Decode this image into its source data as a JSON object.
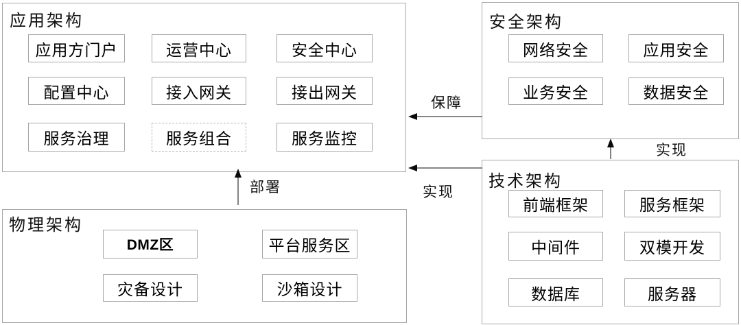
{
  "panels": {
    "app": {
      "title": "应用架构",
      "items": [
        "应用方门户",
        "运营中心",
        "安全中心",
        "配置中心",
        "接入网关",
        "接出网关",
        "服务治理",
        "服务组合",
        "服务监控"
      ]
    },
    "security": {
      "title": "安全架构",
      "items": [
        "网络安全",
        "应用安全",
        "业务安全",
        "数据安全"
      ]
    },
    "tech": {
      "title": "技术架构",
      "items": [
        "前端框架",
        "服务框架",
        "中间件",
        "双模开发",
        "数据库",
        "服务器"
      ]
    },
    "physical": {
      "title": "物理架构",
      "items": [
        "DMZ区",
        "平台服务区",
        "灾备设计",
        "沙箱设计"
      ]
    }
  },
  "arrows": [
    {
      "id": "guarantee",
      "label": "保障",
      "from": "安全架构",
      "to": "应用架构"
    },
    {
      "id": "realize-app",
      "label": "实现",
      "from": "技术架构",
      "to": "应用架构"
    },
    {
      "id": "realize-security",
      "label": "实现",
      "from": "技术架构",
      "to": "安全架构"
    },
    {
      "id": "deploy",
      "label": "部署",
      "from": "物理架构",
      "to": "应用架构"
    }
  ],
  "colors": {
    "background": "#ffffff",
    "panel_border": "#a6a6a6",
    "node_border": "#a6a6a6",
    "dashed_node_border": "#b3b3b3",
    "arrow_line": "#3f3f3f",
    "text": "#000000"
  }
}
